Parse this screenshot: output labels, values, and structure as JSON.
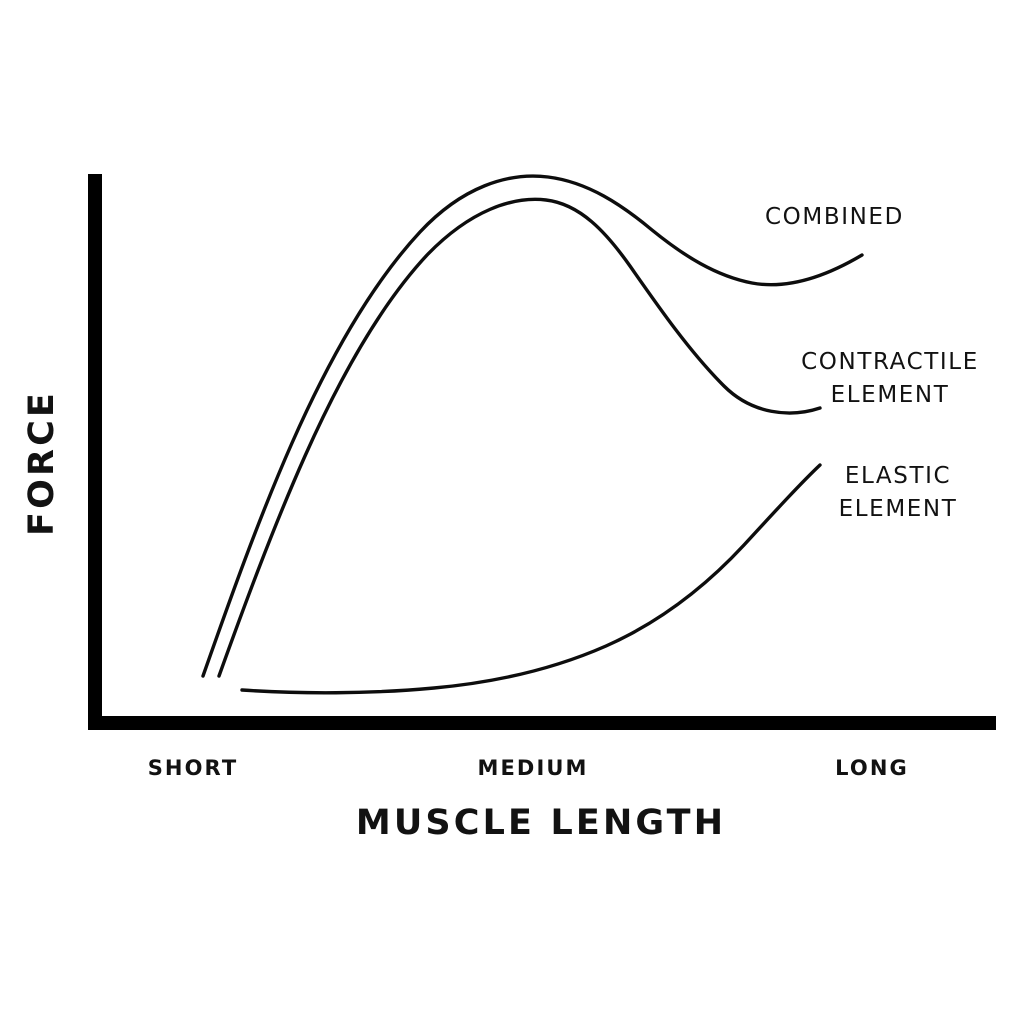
{
  "chart_data": {
    "type": "line",
    "title": "",
    "xlabel": "MUSCLE LENGTH",
    "ylabel": "FORCE",
    "x_tick_labels": [
      "SHORT",
      "MEDIUM",
      "LONG"
    ],
    "x_tick_positions": [
      0.0,
      0.5,
      1.0
    ],
    "y_tick_labels": [],
    "grid": false,
    "legend_position": "inline-right",
    "xlim": [
      0,
      1
    ],
    "ylim": [
      0,
      1
    ],
    "axis_color": "#000000",
    "curve_color": "#0d0d0d",
    "background_color": "#ffffff",
    "series": [
      {
        "name": "COMBINED",
        "label": "COMBINED",
        "description": "Sum of contractile and elastic element force. Rises steeply from short length, peaks just past medium length, declines then plateaus at long length.",
        "x": [
          0.13,
          0.2,
          0.27,
          0.34,
          0.41,
          0.5,
          0.58,
          0.66,
          0.74,
          0.82,
          0.9,
          0.97
        ],
        "y": [
          0.075,
          0.26,
          0.45,
          0.62,
          0.78,
          0.93,
          0.99,
          0.96,
          0.87,
          0.79,
          0.75,
          0.755
        ]
      },
      {
        "name": "CONTRACTILE ELEMENT",
        "label": "CONTRACTILE\nELEMENT",
        "label_line1": "CONTRACTILE",
        "label_line2": "ELEMENT",
        "description": "Active force from the contractile element. Rises from short length, peaks near medium length, then falls steeply toward long length.",
        "x": [
          0.145,
          0.21,
          0.28,
          0.35,
          0.43,
          0.51,
          0.58,
          0.66,
          0.73,
          0.8,
          0.86
        ],
        "y": [
          0.075,
          0.24,
          0.42,
          0.6,
          0.77,
          0.92,
          0.945,
          0.88,
          0.74,
          0.57,
          0.43
        ]
      },
      {
        "name": "ELASTIC ELEMENT",
        "label": "ELASTIC\nELEMENT",
        "label_line1": "ELASTIC",
        "label_line2": "ELEMENT",
        "description": "Passive force from the elastic element. Near zero at short length, rises exponentially as muscle lengthens.",
        "x": [
          0.17,
          0.26,
          0.35,
          0.44,
          0.52,
          0.6,
          0.68,
          0.75,
          0.81,
          0.86
        ],
        "y": [
          0.048,
          0.043,
          0.05,
          0.07,
          0.105,
          0.16,
          0.245,
          0.33,
          0.41,
          0.47
        ]
      }
    ]
  },
  "axes": {
    "y_axis_label": "FORCE",
    "x_axis_label": "MUSCLE LENGTH",
    "x_ticks": [
      {
        "label": "SHORT"
      },
      {
        "label": "MEDIUM"
      },
      {
        "label": "LONG"
      }
    ]
  },
  "annotations": {
    "combined": "COMBINED",
    "contractile_line1": "CONTRACTILE",
    "contractile_line2": "ELEMENT",
    "elastic_line1": "ELASTIC",
    "elastic_line2": "ELEMENT"
  }
}
